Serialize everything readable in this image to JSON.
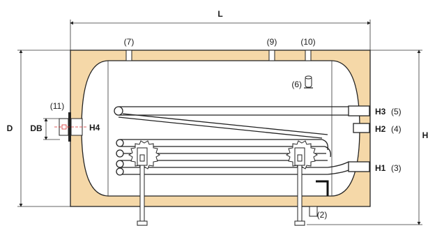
{
  "colors": {
    "insulation": "#f5d8a8",
    "tank": "#ffffff",
    "line": "#222222",
    "axis": "#d62828"
  },
  "dimensions": {
    "length": "L",
    "diameter": "D",
    "height": "H",
    "flange_diameter": "DB"
  },
  "connections": {
    "h1": {
      "code": "H1",
      "num": "(3)"
    },
    "h2": {
      "code": "H2",
      "num": "(4)"
    },
    "h3": {
      "code": "H3",
      "num": "(5)"
    },
    "h4": {
      "code": "H4"
    }
  },
  "ports": {
    "p7": "(7)",
    "p9": "(9)",
    "p10": "(10)",
    "p6": "(6)",
    "p11": "(11)",
    "p2": "(2)"
  },
  "icons": {
    "sensor": "sensor-pocket-icon"
  }
}
